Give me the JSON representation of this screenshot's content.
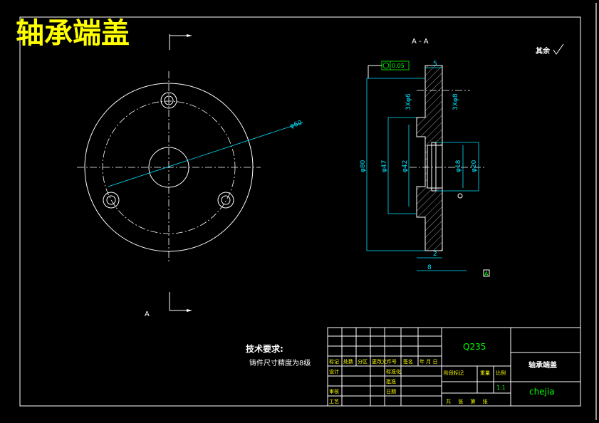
{
  "title": "轴承端盖",
  "section_label": "A - A",
  "section_mark": "A",
  "roughness_note": "其余",
  "dimensions": {
    "d60": "φ60",
    "d80": "φ80",
    "d47": "φ47",
    "d42": "φ42",
    "d18": "φ18",
    "d20": "φ20",
    "depth5": "5",
    "width8": "8",
    "gap2": "2",
    "holes_left": "3Xφ6",
    "holes_right": "3Xφ8",
    "tolerance": "0.05",
    "datum": "A"
  },
  "tech_req": {
    "heading": "技术要求:",
    "line1": "铸件尺寸精度为8级"
  },
  "title_block": {
    "material": "Q235",
    "part_name": "轴承端盖",
    "designer": "chejia",
    "scale": "1:1",
    "rev_headers": [
      "标记",
      "处数",
      "分区",
      "更改文件号",
      "签名",
      "年 月 日"
    ],
    "left_rows": [
      "设计",
      "审核",
      "工艺"
    ],
    "mid_rows": [
      "标准化",
      "批准",
      "日期"
    ],
    "stage_label": "阶段标记",
    "weight_label": "重量",
    "ratio_label": "比例",
    "sheet_label": "共 张 第 张"
  }
}
